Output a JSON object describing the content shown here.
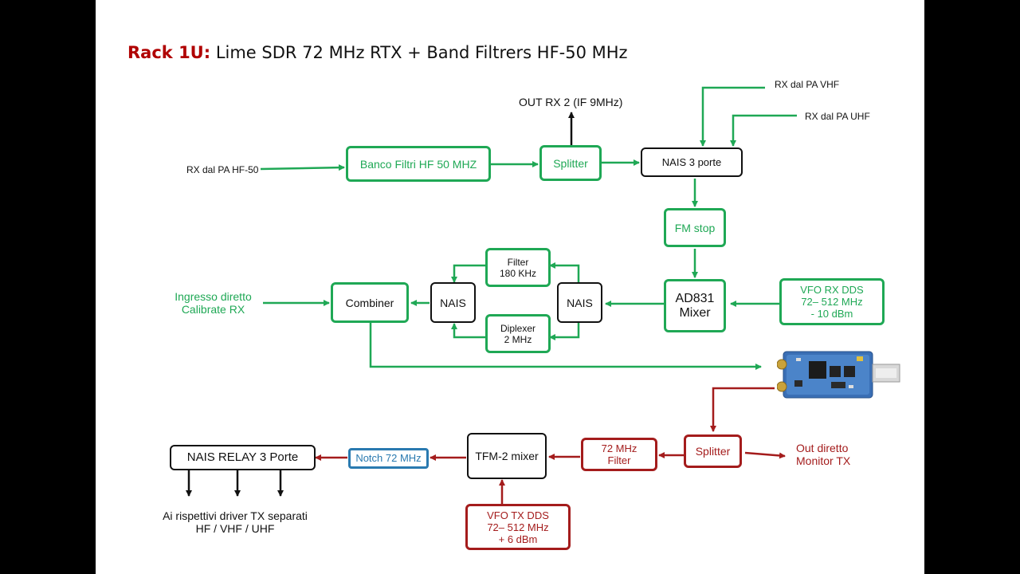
{
  "title": {
    "prefix": "Rack 1U:",
    "text": " Lime SDR 72 MHz RTX + Band Filtrers HF-50 MHz"
  },
  "boxes": {
    "banco_filtri": "Banco Filtri HF 50 MHZ",
    "splitter_rx": "Splitter",
    "nais_3porte": "NAIS  3 porte",
    "fm_stop": "FM stop",
    "ad831": "AD831\nMixer",
    "vfo_rx": "VFO RX DDS\n72– 512 MHz\n- 10 dBm",
    "nais_right": "NAIS",
    "filter_180": "Filter\n   180 KHz",
    "diplexer": "Diplexer\n2 MHz",
    "nais_left": "NAIS",
    "combiner": "Combiner",
    "splitter_tx": "Splitter",
    "filter_72": "72 MHz\nFilter",
    "tfm2": "TFM-2 mixer",
    "notch": "Notch 72 MHz",
    "nais_relay": "NAIS RELAY 3 Porte",
    "vfo_tx": "VFO TX DDS\n72– 512 MHz\n+ 6 dBm"
  },
  "labels": {
    "rx_hf50": "RX dal PA HF-50",
    "out_rx2": "OUT RX 2 (IF 9MHz)",
    "rx_vhf": "RX dal PA VHF",
    "rx_uhf": "RX dal PA UHF",
    "ingresso": "Ingresso diretto\nCalibrate RX",
    "out_monitor": "Out diretto\nMonitor TX",
    "drivers": "Ai rispettivi driver TX separati\nHF / VHF / UHF"
  },
  "colors": {
    "green": "#1fa855",
    "red": "#a41c1c",
    "black": "#111111",
    "blue": "#2a7ab0",
    "title_accent": "#b00000"
  },
  "image": {
    "icon": "lime-sdr-board"
  }
}
